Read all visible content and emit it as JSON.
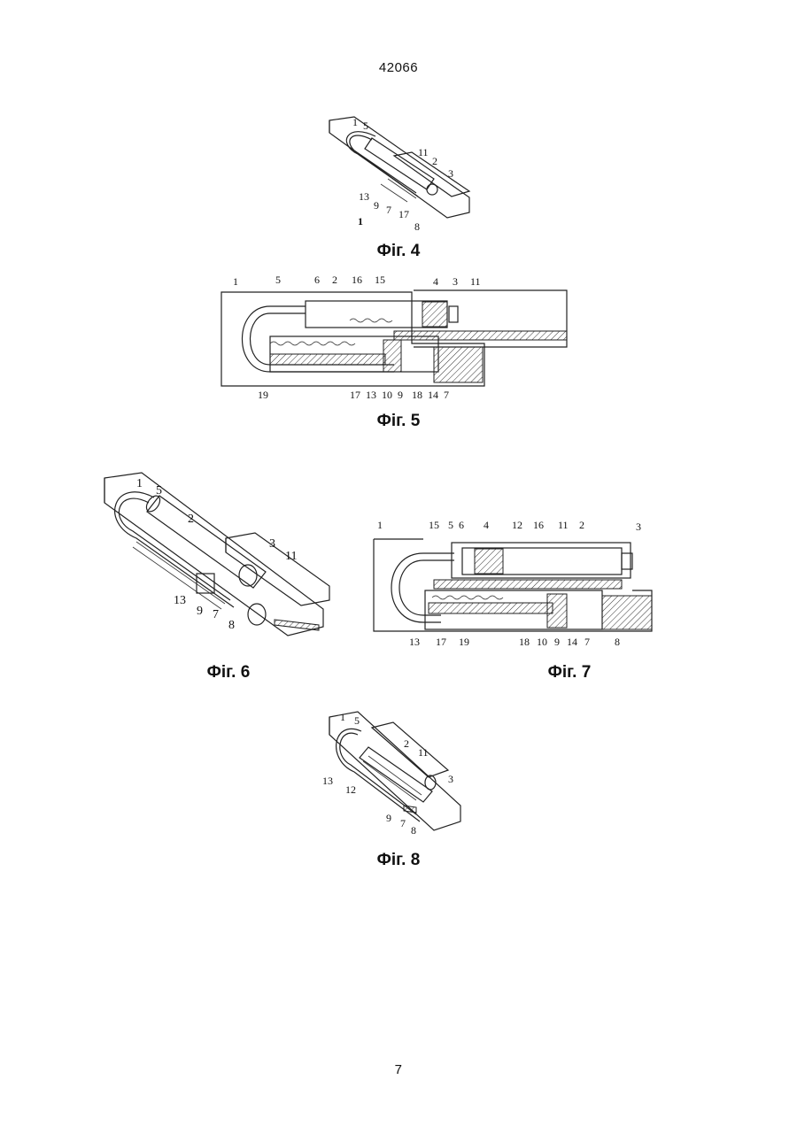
{
  "page": {
    "header_number": "42066",
    "footer_number": "7"
  },
  "figures": [
    {
      "caption": "Фіг. 4",
      "labels": [
        "1",
        "5",
        "11",
        "2",
        "3",
        "13",
        "9",
        "7",
        "17",
        "8",
        "1"
      ]
    },
    {
      "caption": "Фіг. 5",
      "labels": [
        "1",
        "5",
        "6",
        "2",
        "16",
        "15",
        "4",
        "3",
        "11",
        "19",
        "17",
        "13",
        "10",
        "9",
        "18",
        "14",
        "7"
      ]
    },
    {
      "caption": "Фіг. 6",
      "labels": [
        "1",
        "5",
        "2",
        "3",
        "11",
        "13",
        "9",
        "7",
        "8"
      ]
    },
    {
      "caption": "Фіг. 7",
      "labels": [
        "1",
        "15",
        "5",
        "6",
        "4",
        "12",
        "16",
        "11",
        "2",
        "3",
        "13",
        "17",
        "19",
        "18",
        "10",
        "9",
        "14",
        "7",
        "8"
      ]
    },
    {
      "caption": "Фіг. 8",
      "labels": [
        "1",
        "5",
        "2",
        "11",
        "13",
        "12",
        "3",
        "9",
        "7",
        "8"
      ]
    }
  ]
}
